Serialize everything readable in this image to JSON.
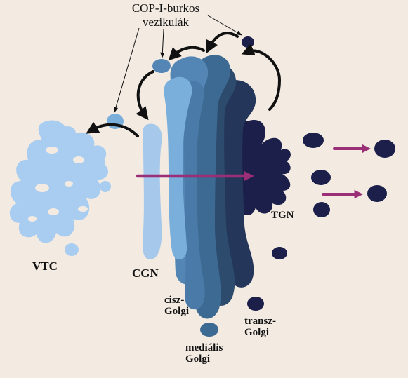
{
  "labels": {
    "cop_line1": "COP-I-burkos",
    "cop_line2": "vezikulák",
    "vtc": "VTC",
    "cgn": "CGN",
    "cis_line1": "cisz-",
    "cis_line2": "Golgi",
    "medial_line1": "mediális",
    "medial_line2": "Golgi",
    "trans_line1": "transz-",
    "trans_line2": "Golgi",
    "tgn": "TGN"
  },
  "colors": {
    "background": "#f3ebe2",
    "vtc": "#a9cdf0",
    "cgn": "#7aaedb",
    "cis": "#5486b5",
    "medial": "#3d6a92",
    "medial_dark": "#2c4b6d",
    "trans": "#24375a",
    "tgn": "#1b1f4a",
    "purple_arrow": "#9a2f78",
    "black_arrow": "#111111"
  },
  "icons": {
    "retrograde_arrows": "curved-arrow-icon",
    "secretion_arrows": "right-arrow-icon"
  }
}
